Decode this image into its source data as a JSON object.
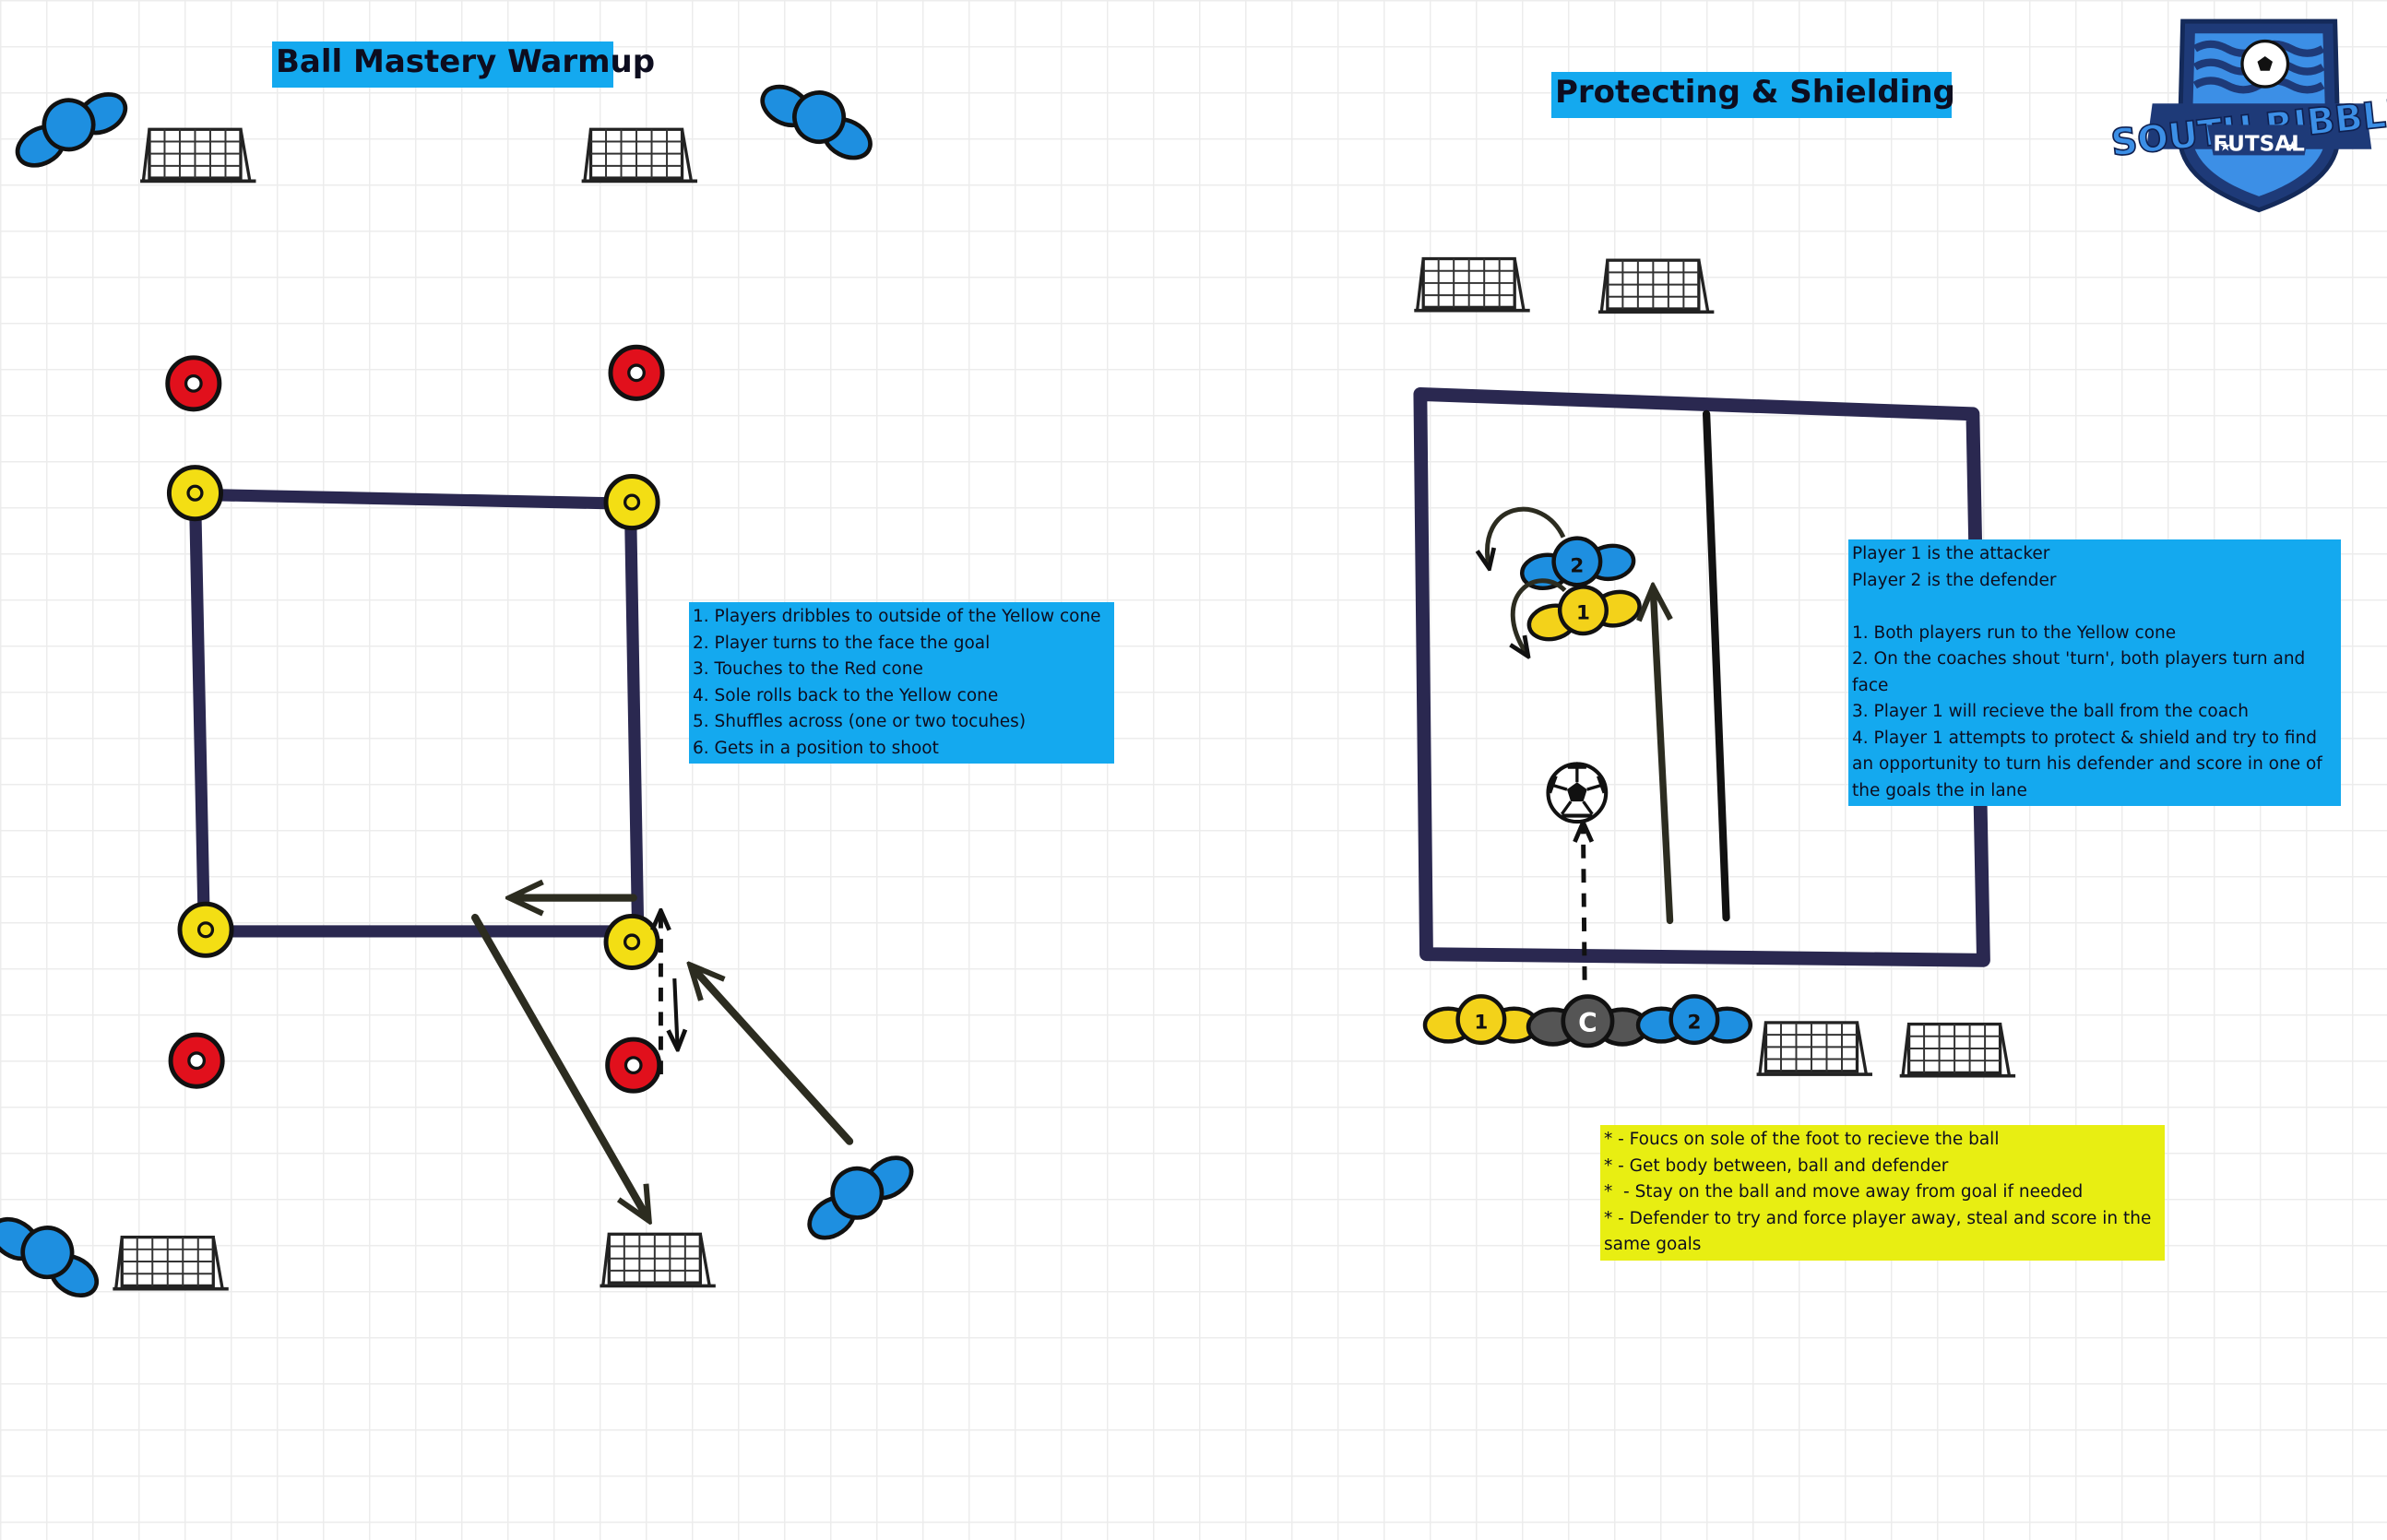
{
  "colors": {
    "grid": "#ececec",
    "title_bg": "#14a9ef",
    "note_blue": "#14a9ef",
    "note_yellow": "#e8ee12",
    "pitch_line": "#2a2850",
    "arrow": "#2c2c20",
    "player_blue": "#1e8fe0",
    "player_yellow": "#f3d21a",
    "player_grey": "#555555",
    "cone_red": "#e1101c",
    "cone_yellow": "#f3de14",
    "logo_navy": "#1e3a78",
    "logo_blue": "#3c8fe6"
  },
  "drill1": {
    "title": "Ball Mastery Warmup",
    "instructions": [
      "1. Players dribbles to outside of the Yellow cone",
      "2. Player turns to the face the goal",
      "3. Touches to the Red cone",
      "4. Sole rolls back to the Yellow cone",
      "5. Shuffles across (one or two tocuhes)",
      "6. Gets in a position to shoot"
    ]
  },
  "drill2": {
    "title": "Protecting & Shielding",
    "instructions": [
      "Player 1 is the attacker",
      "Player 2 is the defender",
      "",
      "1. Both players run to the Yellow cone",
      "2. On the coaches shout 'turn', both players turn and face",
      "3. Player 1 will recieve the ball from the coach",
      "4. Player 1 attempts to protect & shield and try to find an opportunity to turn his defender and score in one of the goals the in lane"
    ],
    "coaching_points": [
      "* - Foucs on sole of the foot to recieve the ball",
      "* - Get body between, ball and defender",
      "*  - Stay on the ball and move away from goal if needed",
      "* - Defender to try and force player away, steal and score in the same goals"
    ],
    "player_labels": {
      "attacker": "1",
      "defender": "2",
      "coach": "C"
    }
  },
  "logo": {
    "line1": "SOUTH RIBBLE",
    "line2": "FUTSAL"
  },
  "icons": {
    "goal": "futsal-goal-icon",
    "player": "player-top-view-icon",
    "cone": "disc-cone-icon",
    "ball": "football-icon"
  }
}
